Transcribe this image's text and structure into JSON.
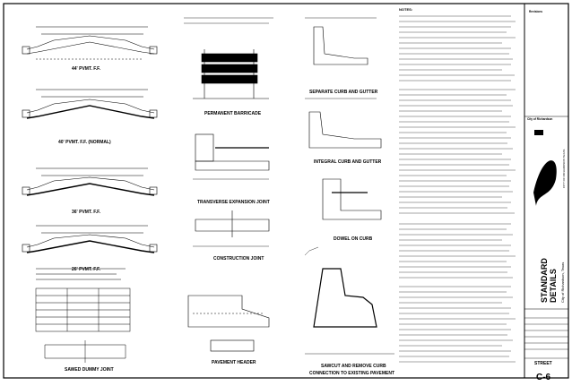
{
  "captions": {
    "pvmt44": "44' PVMT. F.F.",
    "pvmt40": "40' PVMT. F.F. (NORMAL)",
    "pvmt36": "36' PVMT. F.F.",
    "pvmt26": "26' PVMT. F.F.",
    "sawed_joint": "SAWED DUMMY JOINT",
    "barricade": "PERMANENT BARRICADE",
    "expansion": "TRANSVERSE EXPANSION JOINT",
    "construction": "CONSTRUCTION JOINT",
    "header": "PAVEMENT HEADER",
    "separate_curb": "SEPARATE CURB AND GUTTER",
    "integral_curb": "INTEGRAL CURB AND GUTTER",
    "dowel": "DOWEL ON CURB",
    "sawcut_1": "SAWCUT AND REMOVE CURB",
    "sawcut_2": "CONNECTION TO EXISTING PAVEMENT"
  },
  "notes_heading": "NOTES:",
  "title_block": {
    "revisions_label": "Revisions",
    "org_name": "City of Richardson",
    "drawing_title_1": "STANDARD",
    "drawing_title_2": "DETAILS",
    "city_line": "City of Richardson, Texas",
    "seal_text": "CITY OF RICHARDSON TEXAS",
    "sheet_title": "STREET",
    "sheet_number": "C-6"
  }
}
